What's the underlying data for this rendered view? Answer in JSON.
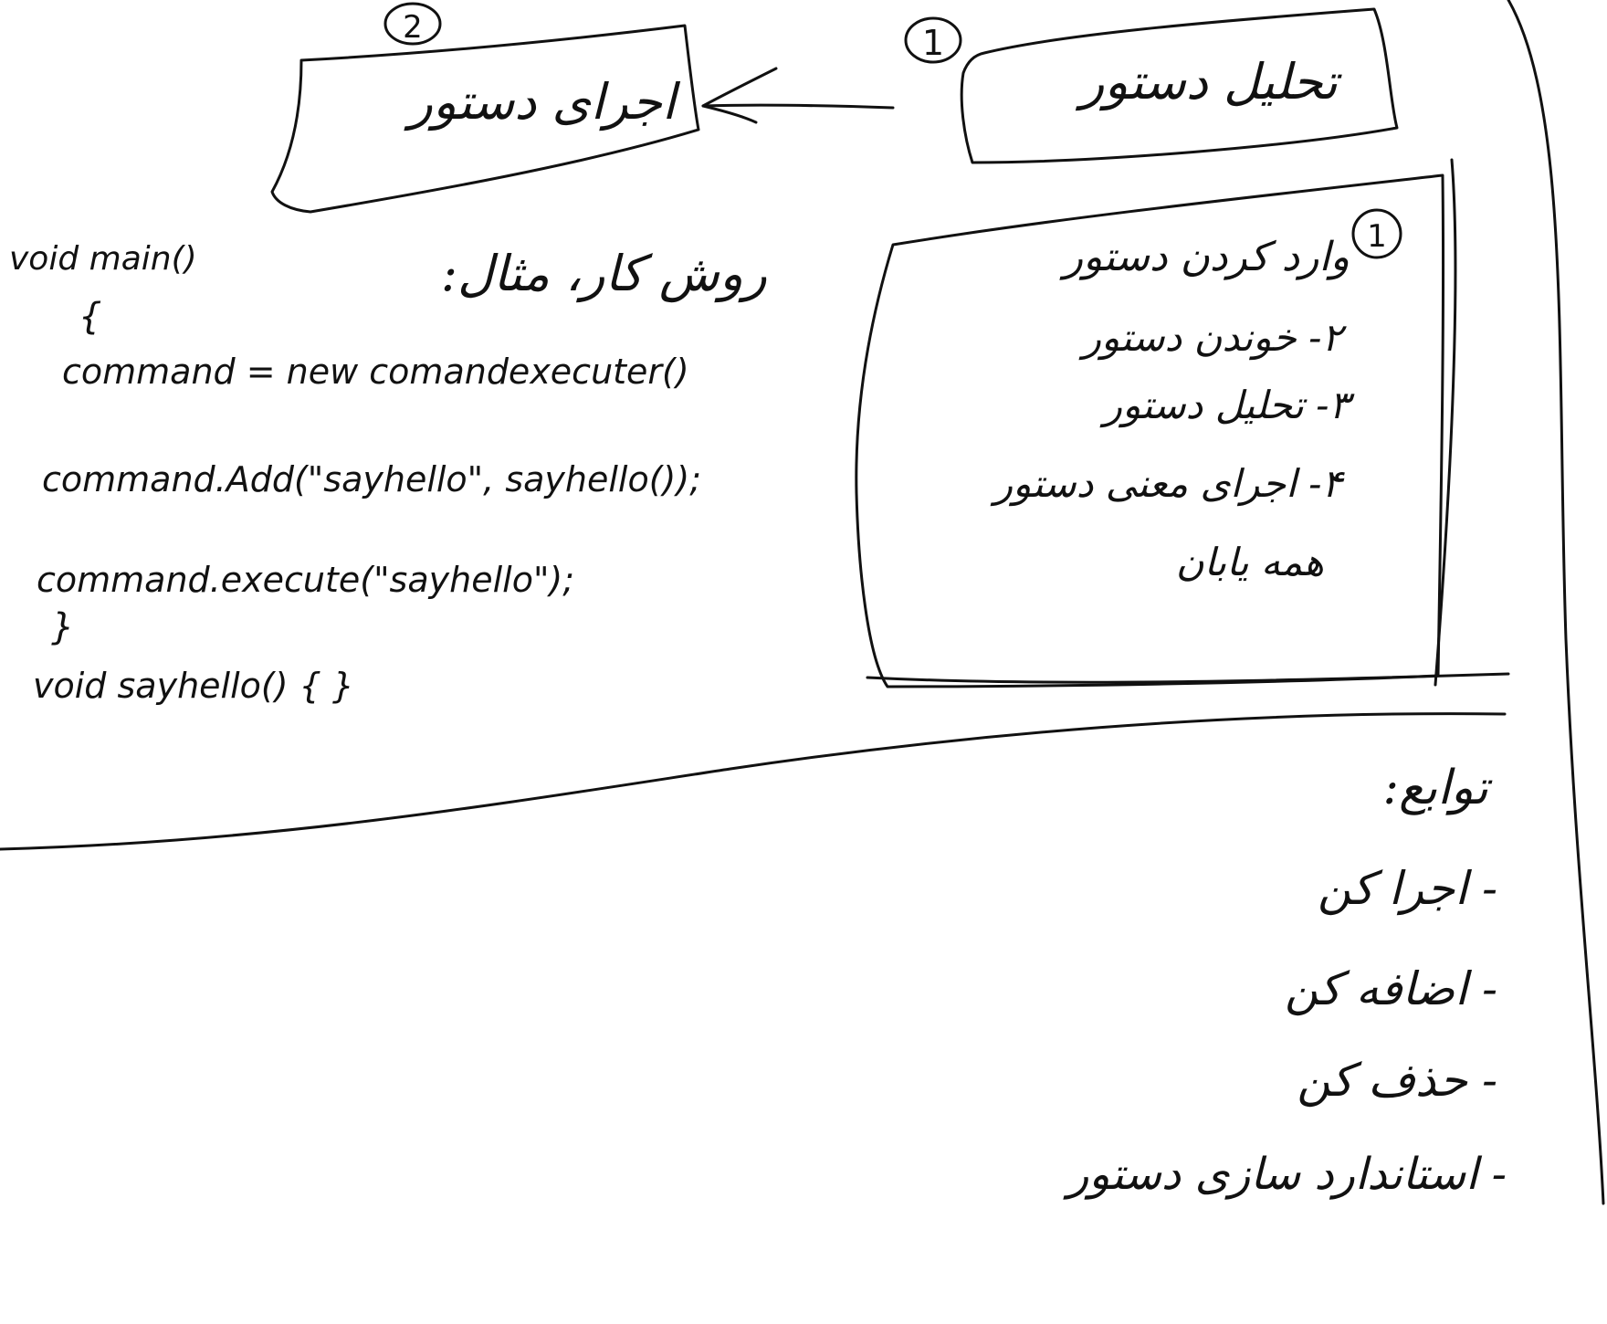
{
  "diagram": {
    "step1": {
      "number": "1",
      "label": "تحلیل دستور",
      "substeps_number": "1",
      "substeps": [
        "وارد کردن دستور",
        "۲- خوندن دستور",
        "۳- تحلیل دستور",
        "۴- اجرای معنی دستور",
        "همه یابان"
      ]
    },
    "step2": {
      "number": "2",
      "label": "اجرای دستور"
    },
    "example": {
      "heading": "روش کار، مثال:",
      "code_lines": [
        "void main()",
        "{",
        "command = new comandexecuter()",
        "command.Add(\"sayhello\", sayhello());",
        "command.execute(\"sayhello\");",
        "}",
        "void sayhello() { }"
      ]
    },
    "functions": {
      "heading": "توابع:",
      "items": [
        "- اجرا کن",
        "- اضافه کن",
        "- حذف کن",
        "- استاندارد سازی دستور"
      ]
    }
  }
}
